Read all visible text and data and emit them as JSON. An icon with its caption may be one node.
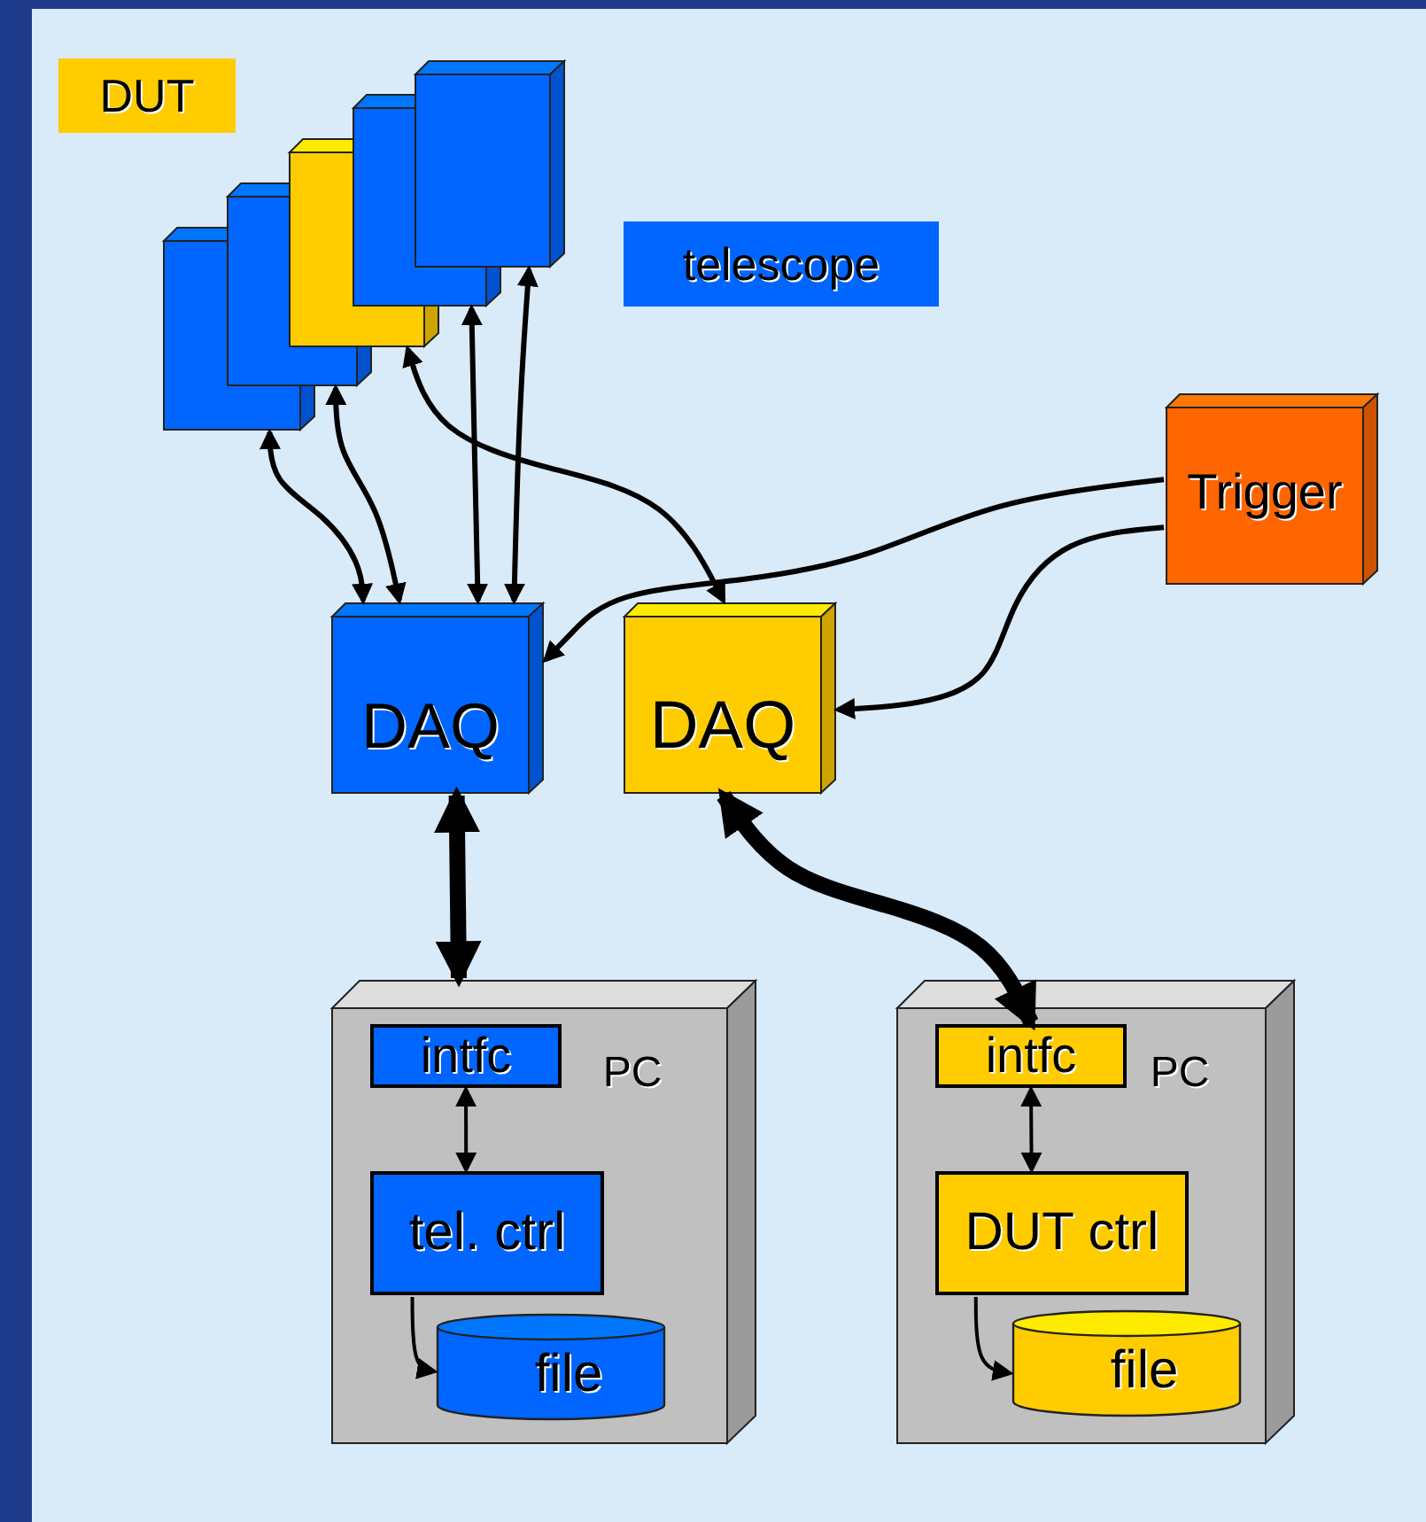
{
  "diagram": {
    "nodes": [
      {
        "text": [],
        "shape": "box"
      },
      {
        "text": [],
        "shape": "box"
      },
      {
        "text": [],
        "shape": "box"
      },
      {
        "text": [],
        "shape": "box"
      },
      {
        "text": [],
        "shape": "box"
      },
      {
        "text": [
          "DAQ"
        ]
      },
      {
        "text": [
          "DAQ"
        ]
      },
      {
        "text": [
          "Trigger"
        ]
      },
      {
        "text": [
          "PC"
        ]
      },
      {
        "text": [
          "intfc"
        ],
        "in": 8
      },
      {
        "text": [
          "tel. ctrl"
        ],
        "in": 8
      },
      {
        "text": [
          "file"
        ],
        "in": 8
      },
      {
        "text": [
          "PC"
        ]
      },
      {
        "text": [
          "intfc"
        ],
        "in": 12
      },
      {
        "text": [
          "DUT ctrl"
        ],
        "in": 12
      },
      {
        "text": [
          "file"
        ],
        "in": 12
      }
    ],
    "edges": [
      {
        "from": 0,
        "to": 5,
        "arrow": "both"
      },
      {
        "from": 1,
        "to": 5,
        "arrow": "both"
      },
      {
        "from": 3,
        "to": 5,
        "arrow": "both"
      },
      {
        "from": 4,
        "to": 5,
        "arrow": "both"
      },
      {
        "from": 2,
        "to": 6,
        "arrow": "both"
      },
      {
        "from": 7,
        "to": 5,
        "arrow": "to"
      },
      {
        "from": 7,
        "to": 6,
        "arrow": "to"
      },
      {
        "from": 5,
        "to": 8,
        "arrow": "both",
        "style": "thick"
      },
      {
        "from": 6,
        "to": 13,
        "arrow": "both",
        "style": "thick"
      },
      {
        "from": 9,
        "to": 10,
        "arrow": "both"
      },
      {
        "from": 10,
        "to": 11,
        "arrow": "to"
      },
      {
        "from": 13,
        "to": 14,
        "arrow": "both"
      },
      {
        "from": 14,
        "to": 15,
        "arrow": "to"
      }
    ],
    "legend": [
      {
        "text": "DUT",
        "color": "#ffcc00"
      },
      {
        "text": "telescope",
        "color": "#0066ff"
      }
    ]
  }
}
